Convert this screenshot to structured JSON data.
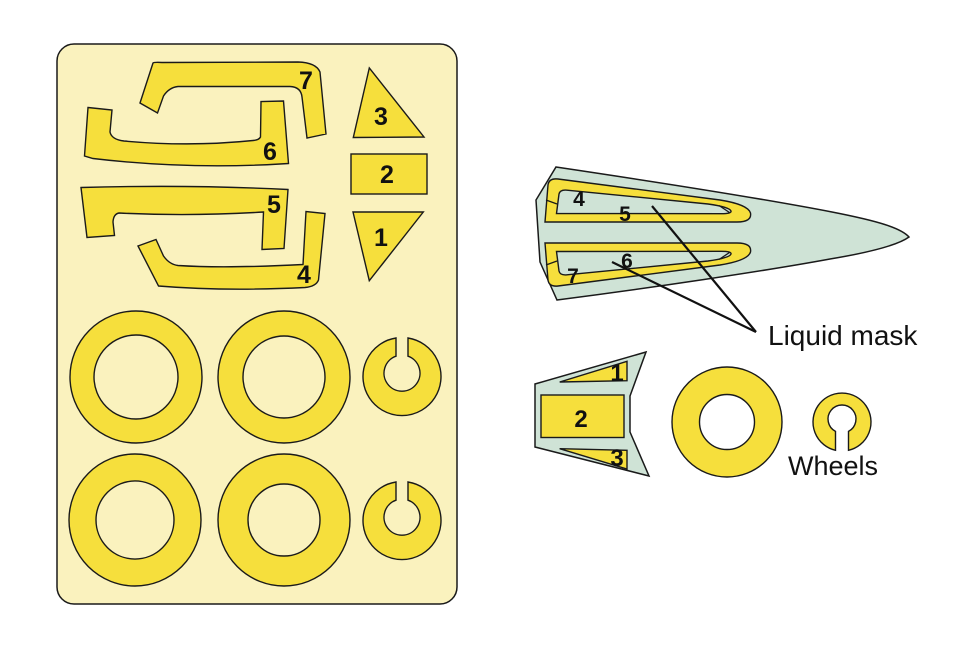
{
  "colors": {
    "page_bg": "#ffffff",
    "sheet_bg": "#FAF2BE",
    "mask_yellow": "#F6DF3C",
    "canopy_green": "#CFE3D6",
    "outline": "#1a1a1a",
    "ink": "#111111"
  },
  "sheet": {
    "part7": "7",
    "part6": "6",
    "part5": "5",
    "part4": "4",
    "part3": "3",
    "part2": "2",
    "part1": "1"
  },
  "canopy": {
    "frame4": "4",
    "frame5": "5",
    "frame6": "6",
    "frame7": "7",
    "caption": "Liquid mask"
  },
  "windscreen": {
    "mask1": "1",
    "mask2": "2",
    "mask3": "3"
  },
  "wheels": {
    "caption": "Wheels"
  }
}
